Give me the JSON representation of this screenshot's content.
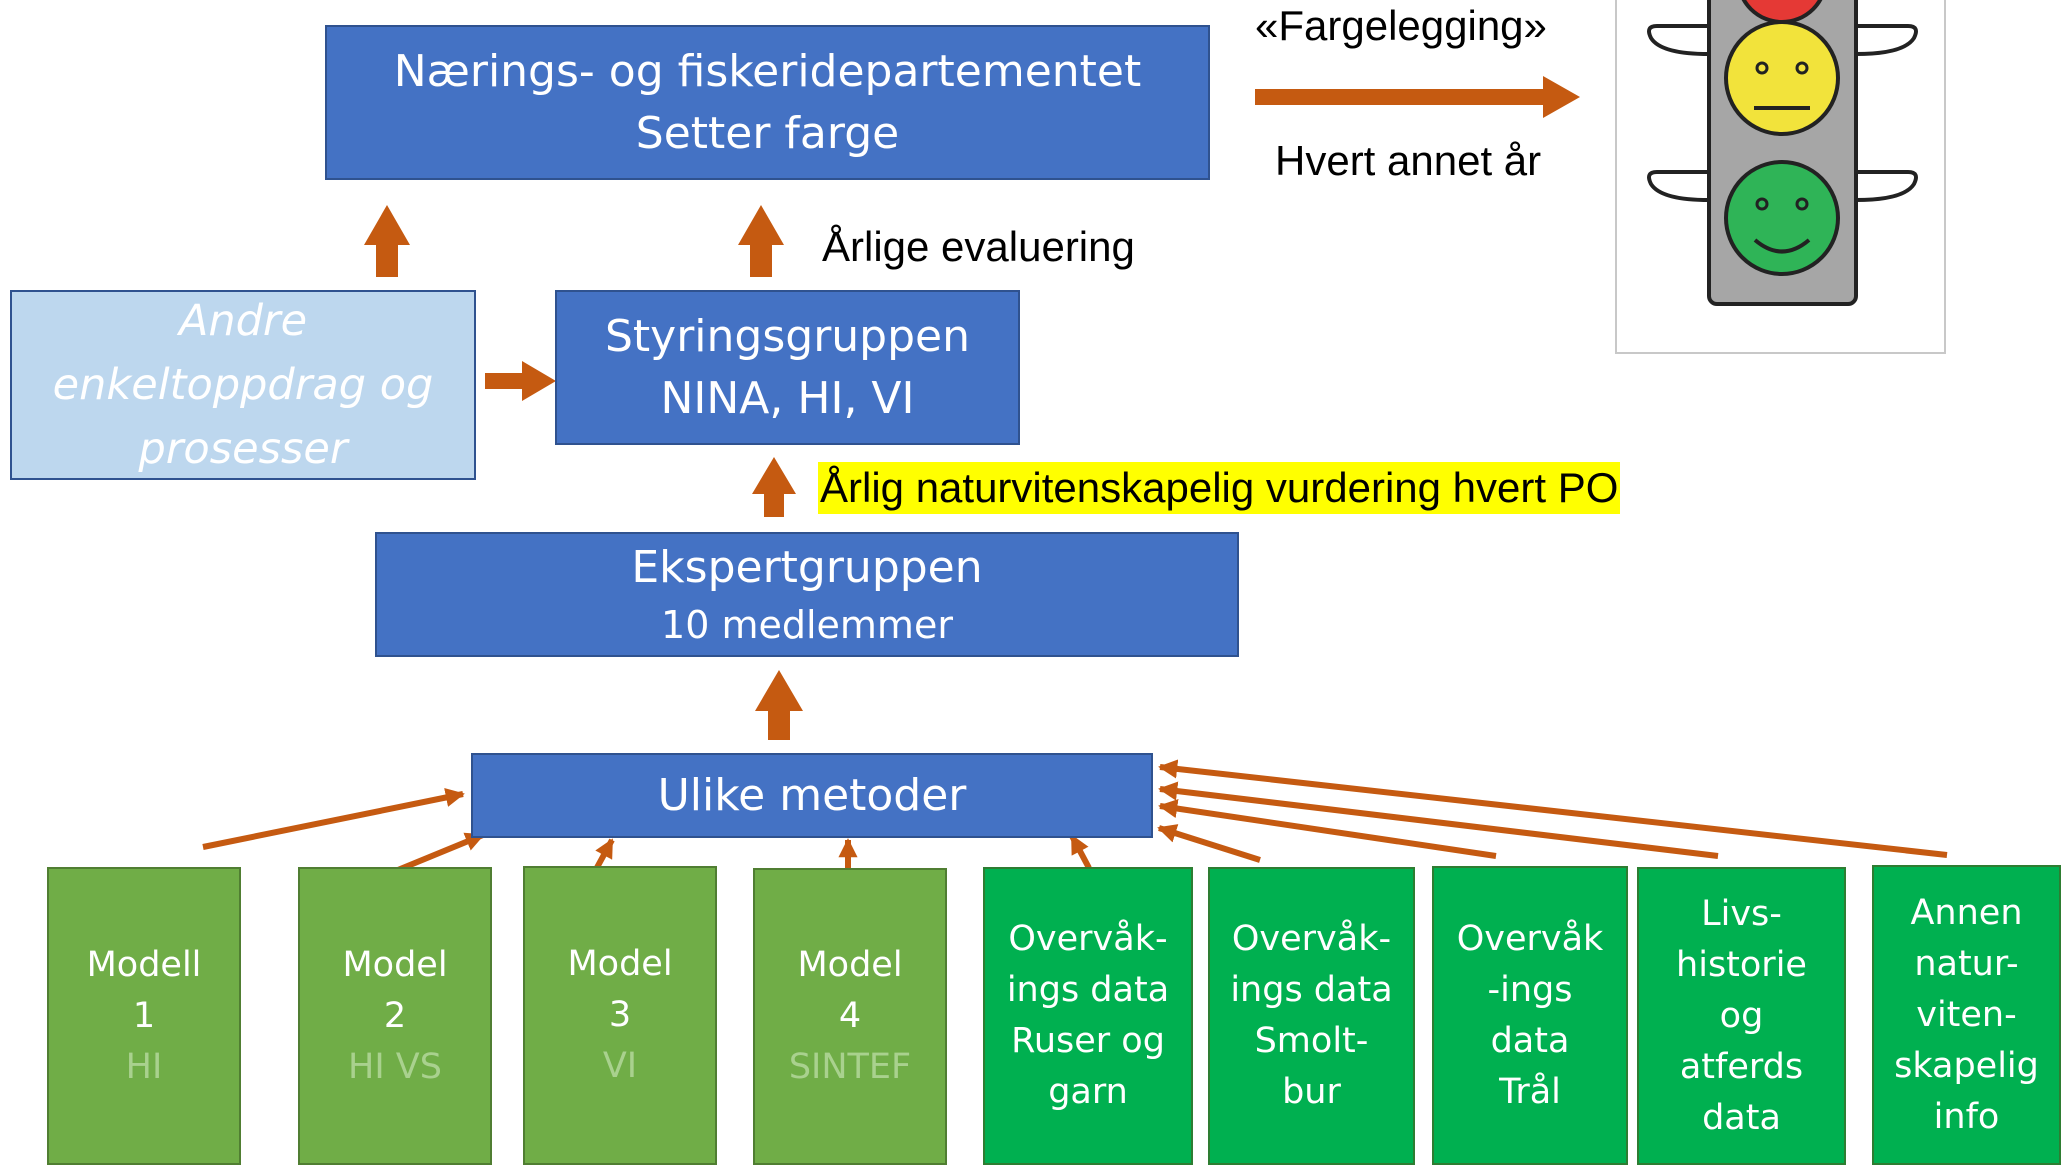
{
  "departement": {
    "line1": "Nærings- og fiskeridepartementet",
    "line2": "Setter farge"
  },
  "fargelegging": {
    "label": "«Fargelegging»",
    "frequency": "Hvert annet år"
  },
  "annual_evaluation": "Årlige evaluering",
  "andre": {
    "line1": "Andre",
    "line2": "enkeltoppdrag og",
    "line3": "prosesser"
  },
  "styringsgruppen": {
    "line1": "Styringsgruppen",
    "line2": "NINA, HI, VI"
  },
  "annual_assessment": "Årlig naturvitenskapelig vurdering hvert PO",
  "ekspertgruppen": {
    "line1": "Ekspertgruppen",
    "line2": "10 medlemmer"
  },
  "ulike_metoder": "Ulike metoder",
  "models": [
    {
      "line1": "Modell",
      "line2": "1",
      "org": "HI"
    },
    {
      "line1": "Model",
      "line2": "2",
      "org": "HI VS"
    },
    {
      "line1": "Model",
      "line2": "3",
      "org": "VI"
    },
    {
      "line1": "Model",
      "line2": "4",
      "org": "SINTEF"
    }
  ],
  "data_sources": [
    {
      "lines": [
        "Overvåk-",
        "ings data",
        "Ruser og",
        "garn"
      ]
    },
    {
      "lines": [
        "Overvåk-",
        "ings data",
        "Smolt-",
        "bur"
      ]
    },
    {
      "lines": [
        "Overvåk",
        "-ings",
        "data",
        "Trål"
      ]
    },
    {
      "lines": [
        "Livs-",
        "historie",
        "og",
        "atferds",
        "data"
      ]
    },
    {
      "lines": [
        "Annen",
        "natur-",
        "viten-",
        "skapelig",
        "info"
      ]
    }
  ],
  "colors": {
    "primary_box": "#4472c4",
    "light_box": "#bdd7ee",
    "model_box": "#70ad47",
    "data_box": "#00b050",
    "arrow": "#c55a11",
    "highlight": "#ffff00",
    "light_red": "#e53935",
    "light_yellow": "#f2e33b",
    "light_green": "#2fb457"
  }
}
